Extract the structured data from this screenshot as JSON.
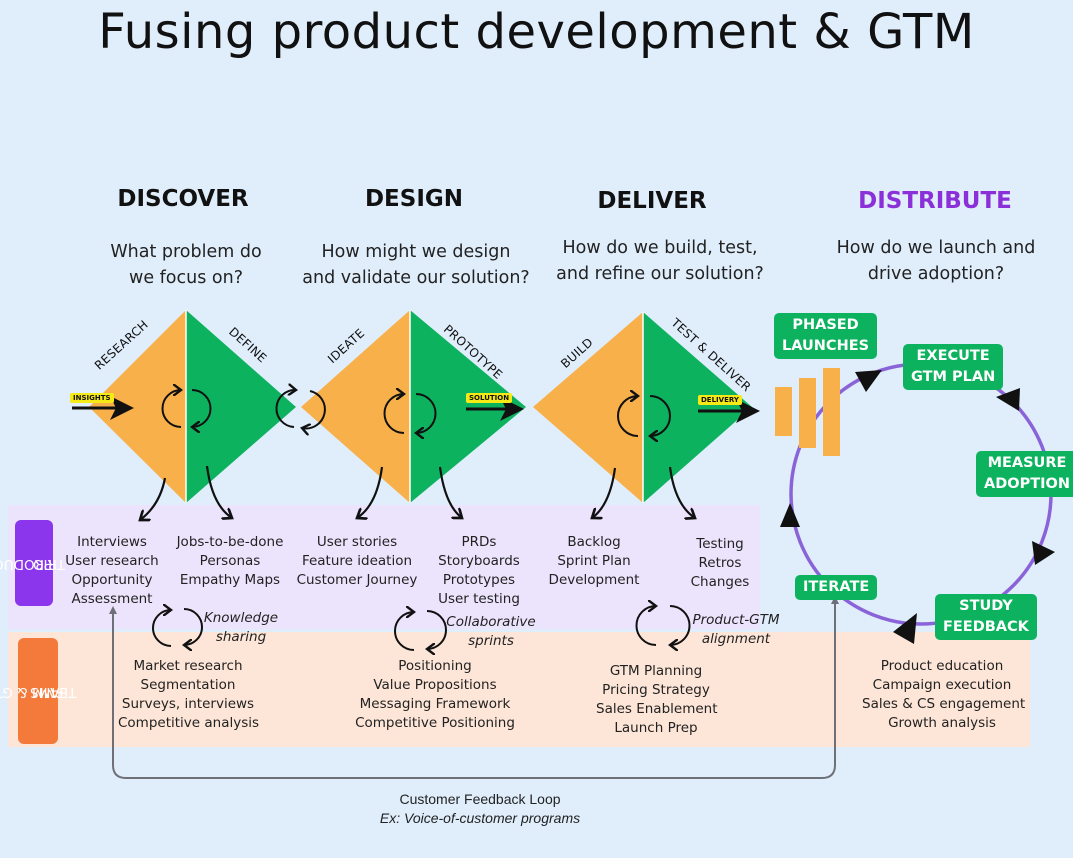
{
  "title": "Fusing product development & GTM",
  "colors": {
    "background": "#e0eefc",
    "orange": "#f8b04a",
    "green": "#0db25f",
    "purple_accent": "#8b30d9",
    "cycle_line": "#8a63d8",
    "band_purple": "#ece4fc",
    "band_peach": "#fde6d8",
    "tag_purple": "#8b35ec",
    "tag_orange": "#f37a3b",
    "label_yellow": "#f6ea16"
  },
  "phases": [
    {
      "title": "DISCOVER",
      "question": [
        "What problem do",
        "we focus on?"
      ],
      "left_label": "RESEARCH",
      "right_label": "DEFINE",
      "input_tag": "INSIGHTS",
      "product_left": [
        "Interviews",
        "User research",
        "Opportunity",
        "Assessment"
      ],
      "product_right": [
        "Jobs-to-be-done",
        "Personas",
        "Empathy Maps"
      ],
      "sync_note": [
        "Knowledge",
        "sharing"
      ],
      "gtm": [
        "Market research",
        "Segmentation",
        "Surveys, interviews",
        "Competitive analysis"
      ]
    },
    {
      "title": "DESIGN",
      "question": [
        "How might we design",
        "and validate our solution?"
      ],
      "left_label": "IDEATE",
      "right_label": "PROTOTYPE",
      "output_tag": "SOLUTION",
      "product_left": [
        "User stories",
        "Feature ideation",
        "Customer Journey"
      ],
      "product_right": [
        "PRDs",
        "Storyboards",
        "Prototypes",
        "User testing"
      ],
      "sync_note": [
        "Collaborative",
        "sprints"
      ],
      "gtm": [
        "Positioning",
        "Value Propositions",
        "Messaging Framework",
        "Competitive Positioning"
      ]
    },
    {
      "title": "DELIVER",
      "question": [
        "How do we build, test,",
        "and refine our solution?"
      ],
      "left_label": "BUILD",
      "right_label": "TEST & DELIVER",
      "output_tag": "DELIVERY",
      "product_left": [
        "Backlog",
        "Sprint Plan",
        "Development"
      ],
      "product_right": [
        "Testing",
        "Retros",
        "Changes"
      ],
      "sync_note": [
        "Product-GTM",
        "alignment"
      ],
      "gtm": [
        "GTM Planning",
        "Pricing Strategy",
        "Sales Enablement",
        "Launch Prep"
      ]
    },
    {
      "title": "DISTRIBUTE",
      "question": [
        "How do we launch and",
        "drive adoption?"
      ],
      "gtm": [
        "Product education",
        "Campaign execution",
        "Sales & CS engagement",
        "Growth analysis"
      ]
    }
  ],
  "cycle": {
    "phased_launches": [
      "PHASED",
      "LAUNCHES"
    ],
    "steps": [
      [
        "EXECUTE",
        "GTM PLAN"
      ],
      [
        "MEASURE",
        "ADOPTION"
      ],
      [
        "STUDY",
        "FEEDBACK"
      ],
      [
        "ITERATE"
      ]
    ]
  },
  "lanes": {
    "product": [
      "PRODUCT",
      "TRIO"
    ],
    "gtm": [
      "PMM & GTM",
      "TEAMS"
    ]
  },
  "feedback_loop": {
    "label": "Customer Feedback Loop",
    "example": "Ex: Voice-of-customer programs"
  }
}
